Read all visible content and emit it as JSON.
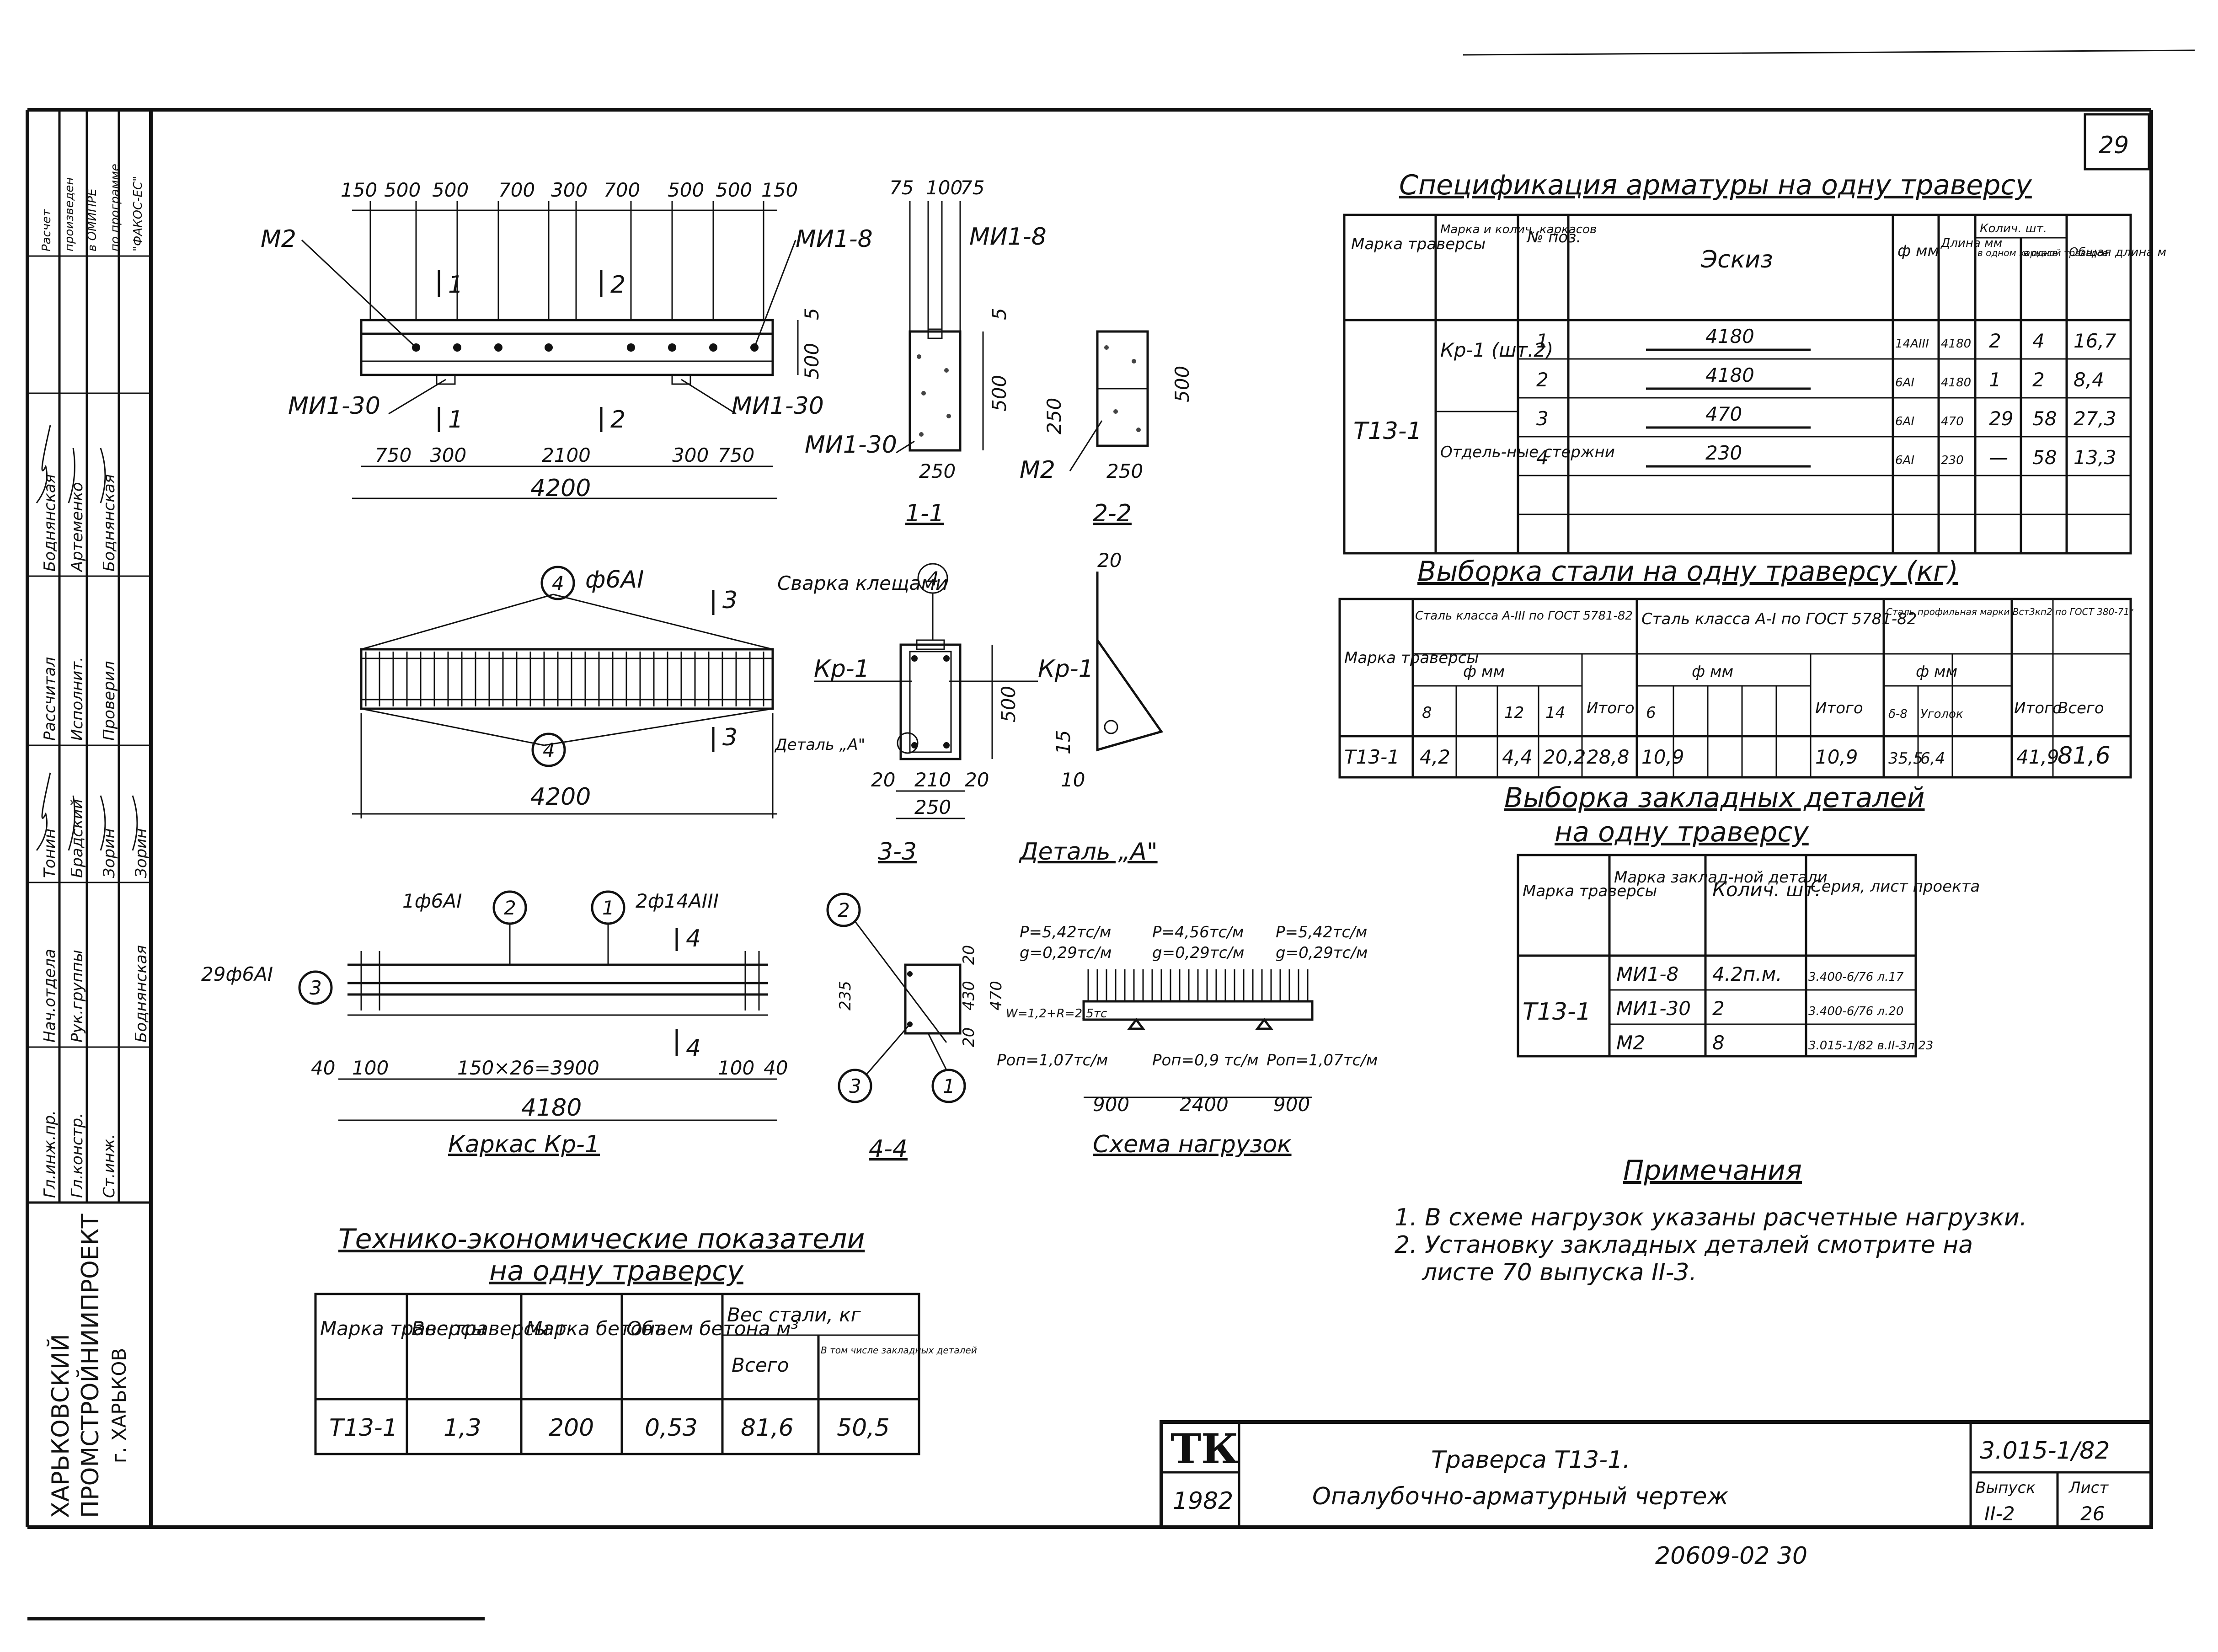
{
  "sheet": {
    "page_no": "29",
    "title_block": {
      "logo": "ТК",
      "year": "1982",
      "title1": "Траверса Т13-1.",
      "title2": "Опалубочно-арматурный чертеж",
      "series": "3.015-1/82",
      "issue_label": "Выпуск",
      "issue": "II-2",
      "sheet_label": "Лист",
      "sheet": "26"
    },
    "bottom_number": "20609-02   30",
    "org": {
      "line1": "ХАРЬКОВСКИЙ",
      "line2": "ПРОМСТРОЙНИИПРОЕКТ",
      "line3": "г. ХАРЬКОВ"
    },
    "stamp": {
      "roles": [
        "Гл.инж.пр.",
        "Нач.отдела",
        "Гл.констр.",
        "Рук.группы",
        "Ст.инж."
      ],
      "names": [
        "Тонин",
        "Брадский",
        "Зорин",
        "Зорин",
        "Боднянская"
      ],
      "roles2": [
        "Рассчитал",
        "Исполнит.",
        "Проверил"
      ],
      "names2": [
        "Боднянская",
        "Артеменко",
        "Боднянская"
      ],
      "note": [
        "Расчет",
        "произведен",
        "в ОМИПРЕ",
        "по программе",
        "\"ФАКОС-ЕС\""
      ]
    }
  },
  "views": {
    "front_dims_top": [
      "150",
      "500",
      "500",
      "700",
      "300",
      "700",
      "500",
      "500",
      "150"
    ],
    "front_dims_bottom": [
      "750",
      "300",
      "2100",
      "300",
      "750"
    ],
    "front_total": "4200",
    "front_height": "500",
    "front_h5": "5",
    "marks": {
      "m2": "М2",
      "mi1_8": "МИ1-8",
      "mi1_30": "МИ1-30"
    },
    "sec11": {
      "label": "1-1",
      "top": [
        "75",
        "100",
        "75"
      ],
      "w": "250",
      "h": "500",
      "h5": "5"
    },
    "sec22": {
      "label": "2-2",
      "w": "250",
      "h": "500",
      "h250": "250"
    },
    "plan_label": "ф6АI",
    "plan_total": "4200",
    "sec33": {
      "label": "3-3",
      "dims": [
        "20",
        "210",
        "20"
      ],
      "w": "250",
      "h": "500",
      "weld": "Сварка клещами",
      "kp": "Кр-1",
      "detail": "Деталь „А\""
    },
    "detailA": {
      "label": "Деталь „А\"",
      "d20": "20",
      "d15": "15",
      "d10": "10",
      "kp": "Кр-1"
    },
    "sec_nums": [
      "1",
      "2",
      "3",
      "4"
    ],
    "frame": {
      "label": "Каркас Кр-1",
      "top_a": "1ф6АI",
      "top_b": "2ф14АIII",
      "left": "29ф6АI",
      "dims": [
        "40",
        "100",
        "150×26=3900",
        "100",
        "40"
      ],
      "total": "4180"
    },
    "sec44": {
      "label": "4-4",
      "d235": "235",
      "d20a": "20",
      "d430": "430",
      "d470": "470",
      "d20b": "20"
    },
    "loads": {
      "label": "Схема нагрузок",
      "p1": "Р=5,42тс/м",
      "g1": "g=0,29тс/м",
      "p2": "Р=4,56тс/м",
      "g2": "g=0,29тс/м",
      "p3": "Р=5,42тс/м",
      "g3": "g=0,29тс/м",
      "w": "W=1,2+R=2,5тс",
      "pop1": "Роп=1,07тс/м",
      "pop2": "Роп=0,9 тс/м",
      "pop3": "Роп=1,07тс/м",
      "dims": [
        "900",
        "2400",
        "900"
      ]
    }
  },
  "spec": {
    "title": "Спецификация арматуры на одну траверсу",
    "headers": [
      "Марка траверсы",
      "Марка и колич. каркасов",
      "№ поз.",
      "Эскиз",
      "ф мм",
      "Длина мм",
      "Колич. шт.",
      "Общая длина м"
    ],
    "subheaders": [
      "в одном каркасе",
      "в одной траверсе"
    ],
    "mark": "Т13-1",
    "group1": "Кр-1 (шт.2)",
    "group2": "Отдель-ные стержни",
    "rows": [
      {
        "pos": "1",
        "sketch": "4180",
        "d": "14АIII",
        "len": "4180",
        "n1": "2",
        "n2": "4",
        "total": "16,7"
      },
      {
        "pos": "2",
        "sketch": "4180",
        "d": "6АI",
        "len": "4180",
        "n1": "1",
        "n2": "2",
        "total": "8,4"
      },
      {
        "pos": "3",
        "sketch": "470",
        "d": "6АI",
        "len": "470",
        "n1": "29",
        "n2": "58",
        "total": "27,3"
      },
      {
        "pos": "4",
        "sketch": "230",
        "d": "6АI",
        "len": "230",
        "n1": "—",
        "n2": "58",
        "total": "13,3"
      }
    ]
  },
  "steel": {
    "title": "Выборка стали на одну траверсу (кг)",
    "h_mark": "Марка траверсы",
    "h_a3": "Сталь класса А-III по ГОСТ 5781-82",
    "h_a1": "Сталь класса А-I по ГОСТ 5781-82",
    "h_prof": "Сталь профильная марки Вст3кп2 по ГОСТ 380-71*",
    "h_d": "ф мм",
    "h_total": "Итого",
    "h_all": "Всего",
    "cols_a3": [
      "8",
      "",
      "12",
      "14"
    ],
    "cols_a1": [
      "6",
      "",
      "",
      "",
      ""
    ],
    "cols_prof": [
      "δ-8",
      "Уголок"
    ],
    "row": {
      "mark": "Т13-1",
      "a3": [
        "4,2",
        "",
        "4,4",
        "20,2"
      ],
      "a3_total": "28,8",
      "a1": [
        "10,9",
        "",
        "",
        "",
        ""
      ],
      "a1_total": "10,9",
      "prof": [
        "35,5",
        "6,4"
      ],
      "prof_total": "41,9",
      "all": "81,6"
    }
  },
  "embedded": {
    "title1": "Выборка закладных деталей",
    "title2": "на одну траверсу",
    "headers": [
      "Марка траверсы",
      "Марка заклад-ной детали",
      "Колич. шт.",
      "Серия, лист проекта"
    ],
    "mark": "Т13-1",
    "rows": [
      {
        "part": "МИ1-8",
        "qty": "4.2п.м.",
        "ref": "3.400-6/76 л.17"
      },
      {
        "part": "МИ1-30",
        "qty": "2",
        "ref": "3.400-6/76 л.20"
      },
      {
        "part": "М2",
        "qty": "8",
        "ref": "3.015-1/82 в.II-3л.23"
      }
    ]
  },
  "notes": {
    "title": "Примечания",
    "items": [
      "1. В схеме нагрузок указаны расчетные нагрузки.",
      "2. Установку закладных деталей смотрите на",
      "листе 70 выпуска II-3."
    ]
  },
  "tech": {
    "title1": "Технико-экономические показатели",
    "title2": "на одну траверсу",
    "headers": [
      "Марка траверсы",
      "Вес траверсы т",
      "Марка бетона",
      "Объем бетона м³",
      "Вес стали, кг"
    ],
    "sub": [
      "Всего",
      "В том числе закладных деталей"
    ],
    "row": [
      "Т13-1",
      "1,3",
      "200",
      "0,53",
      "81,6",
      "50,5"
    ]
  }
}
